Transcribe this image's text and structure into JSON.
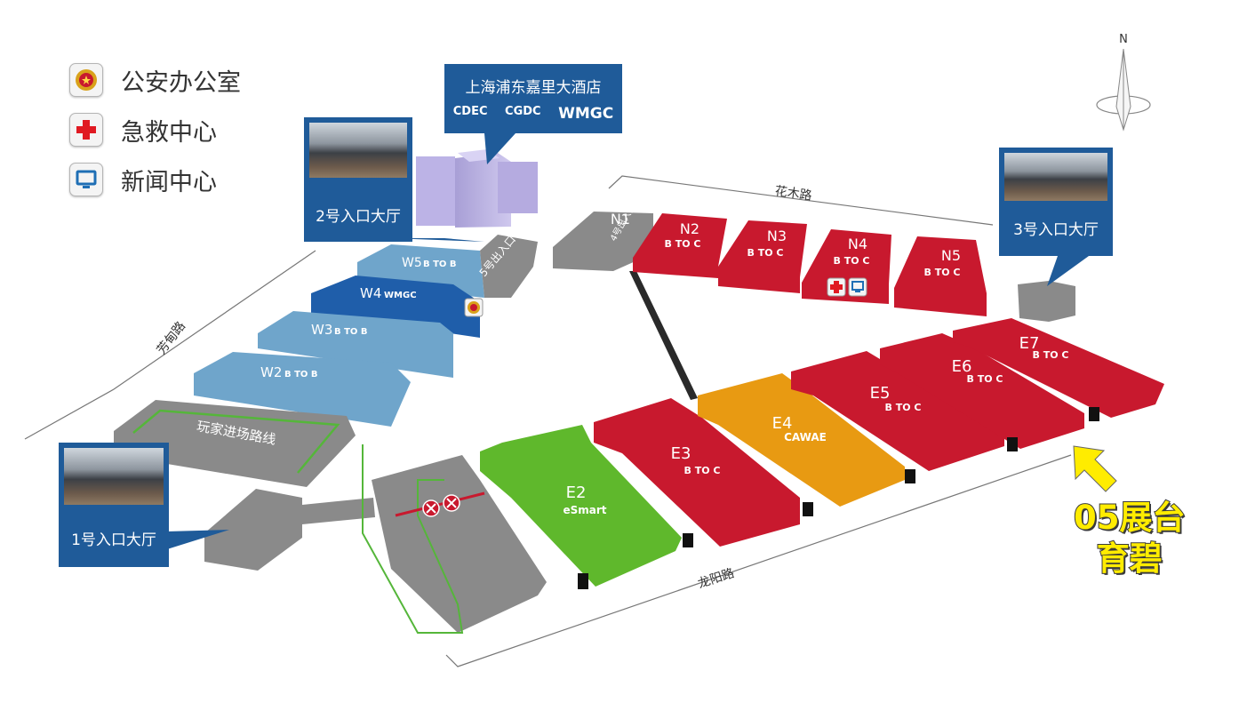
{
  "legend": {
    "police_label": "公安办公室",
    "medical_label": "急救中心",
    "press_label": "新闻中心"
  },
  "hotel": {
    "title": "上海浦东嘉里大酒店",
    "logos": [
      "CDEC",
      "CGDC",
      "WMGC"
    ]
  },
  "entrances": {
    "hall1": "1号入口大厅",
    "hall2": "2号入口大厅",
    "hall3": "3号入口大厅",
    "exit4": "4号出入口",
    "exit5": "5号出入口"
  },
  "roads": {
    "north": "花木路",
    "west": "芳甸路",
    "south": "龙阳路"
  },
  "route_label": "玩家进场路线",
  "compass_north": "N",
  "booth": {
    "line1": "05展台",
    "line2": "育碧"
  },
  "halls": {
    "W5": {
      "name": "W5",
      "type": "B TO B"
    },
    "W4": {
      "name": "W4",
      "type": "WMGC"
    },
    "W3": {
      "name": "W3",
      "type": "B TO B"
    },
    "W2": {
      "name": "W2",
      "type": "B TO B"
    },
    "N1": {
      "name": "N1"
    },
    "N2": {
      "name": "N2",
      "type": "B TO C"
    },
    "N3": {
      "name": "N3",
      "type": "B TO C"
    },
    "N4": {
      "name": "N4",
      "type": "B TO C"
    },
    "N5": {
      "name": "N5",
      "type": "B TO C"
    },
    "E2": {
      "name": "E2",
      "type": "eSmart"
    },
    "E3": {
      "name": "E3",
      "type": "B TO C"
    },
    "E4": {
      "name": "E4",
      "type": "CAWAE"
    },
    "E5": {
      "name": "E5",
      "type": "B TO C"
    },
    "E6": {
      "name": "E6",
      "type": "B TO C"
    },
    "E7": {
      "name": "E7",
      "type": "B TO C"
    }
  },
  "colors": {
    "red_hall": "#c8192e",
    "orange_hall": "#e89a12",
    "green_hall": "#5fb82c",
    "blue_hall": "#6fa5cb",
    "dark_blue_hall": "#1f5eaa",
    "gray_block": "#8a8a8a",
    "callout_blue": "#1f5b99",
    "route_green": "#55b63a",
    "highlight_yellow": "#ffec00"
  }
}
